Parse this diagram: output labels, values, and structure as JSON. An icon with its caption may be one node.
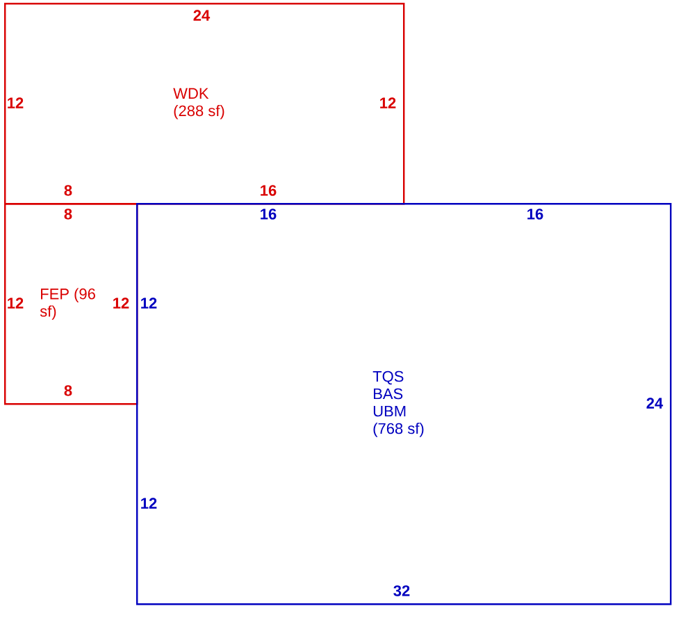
{
  "diagram": {
    "nodes": [
      {
        "text": [
          "WDK (288 sf)"
        ]
      },
      {
        "text": [
          "FEP (96 sf)"
        ]
      },
      {
        "text": [
          "TQS BAS UBM (768 sf)"
        ]
      }
    ],
    "labels": [
      "24",
      "12",
      "12",
      "8",
      "16",
      "8",
      "16",
      "16",
      "12",
      "12",
      "12",
      "8",
      "24",
      "12",
      "32"
    ]
  }
}
